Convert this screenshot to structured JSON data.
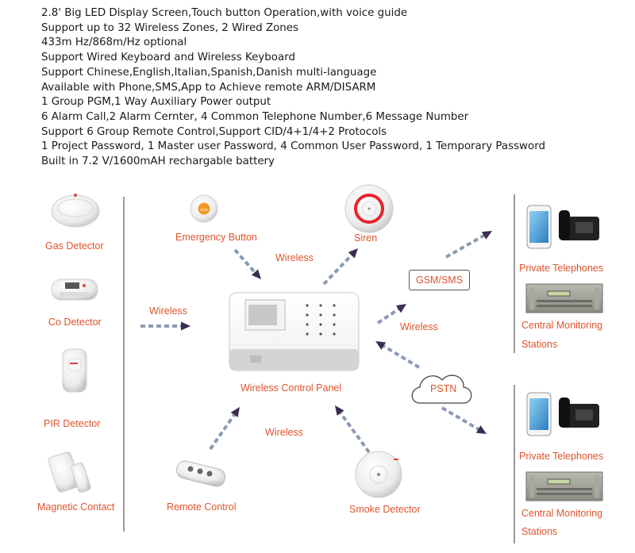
{
  "specs": [
    "2.8' Big LED Display Screen,Touch button Operation,with voice guide",
    "Support up to 32 Wireless Zones, 2 Wired Zones",
    "433m Hz/868m/Hz optional",
    "Support Wired Keyboard and Wireless Keyboard",
    "Support Chinese,English,Italian,Spanish,Danish multi-language",
    "Available with Phone,SMS,App to Achieve remote ARM/DISARM",
    "1 Group PGM,1 Way Auxiliary Power output",
    "6 Alarm Call,2 Alarm Cernter, 4 Common Telephone Number,6 Message Number",
    "Support 6 Group Remote Control,Support CID/4+1/4+2 Protocols",
    "1 Project Password, 1 Master user Password, 4 Common User Password, 1 Temporary Password",
    "Built in 7.2 V/1600mAH rechargable battery"
  ],
  "left_devices": {
    "gas": "Gas Detector",
    "co": "Co Detector",
    "pir": "PIR Detector",
    "magnetic": "Magnetic Contact"
  },
  "center": {
    "emergency": "Emergency Button",
    "siren": "Siren",
    "panel": "Wireless Control Panel",
    "remote": "Remote Control",
    "smoke": "Smoke Detector",
    "sos_text": "SOS"
  },
  "wireless": {
    "top": "Wireless",
    "left": "Wireless",
    "right": "Wireless",
    "bottom": "Wireless"
  },
  "network": {
    "gsm": "GSM/SMS",
    "pstn": "PSTN"
  },
  "right_top": {
    "phones": "Private Telephones",
    "cms_line1": "Central Monitoring",
    "cms_line2": "Stations"
  },
  "right_bottom": {
    "phones": "Private Telephones",
    "cms_line1": "Central Monitoring",
    "cms_line2": "Stations"
  },
  "colors": {
    "label": "#e0532b",
    "arrow_shaft": "#8a9bb2",
    "arrow_head": "#3c2c52",
    "divider": "#9a9a9a",
    "text": "#1a1a1a"
  }
}
